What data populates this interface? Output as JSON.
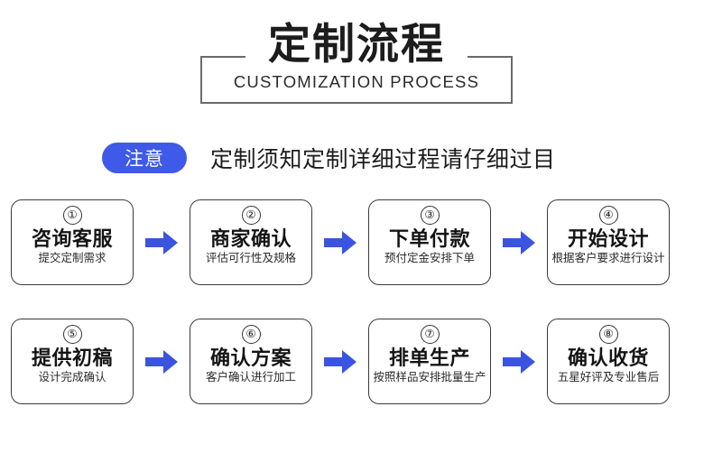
{
  "header": {
    "title": "定制流程",
    "subtitle": "CUSTOMIZATION PROCESS"
  },
  "notice": {
    "badge": "注意",
    "text": "定制须知定制详细过程请仔细过目",
    "badge_color": "#3f5ae8"
  },
  "arrow": {
    "icon": "arrow-right-icon",
    "color": "#3a54e0"
  },
  "flow": {
    "rows": [
      {
        "steps": [
          {
            "number": "①",
            "title": "咨询客服",
            "subtitle": "提交定制需求"
          },
          {
            "number": "②",
            "title": "商家确认",
            "subtitle": "评估可行性及规格"
          },
          {
            "number": "③",
            "title": "下单付款",
            "subtitle": "预付定金安排下单"
          },
          {
            "number": "④",
            "title": "开始设计",
            "subtitle": "根据客户要求进行设计"
          }
        ]
      },
      {
        "steps": [
          {
            "number": "⑤",
            "title": "提供初稿",
            "subtitle": "设计完成确认"
          },
          {
            "number": "⑥",
            "title": "确认方案",
            "subtitle": "客户确认进行加工"
          },
          {
            "number": "⑦",
            "title": "排单生产",
            "subtitle": "按照样品安排批量生产"
          },
          {
            "number": "⑧",
            "title": "确认收货",
            "subtitle": "五星好评及专业售后"
          }
        ]
      }
    ]
  }
}
